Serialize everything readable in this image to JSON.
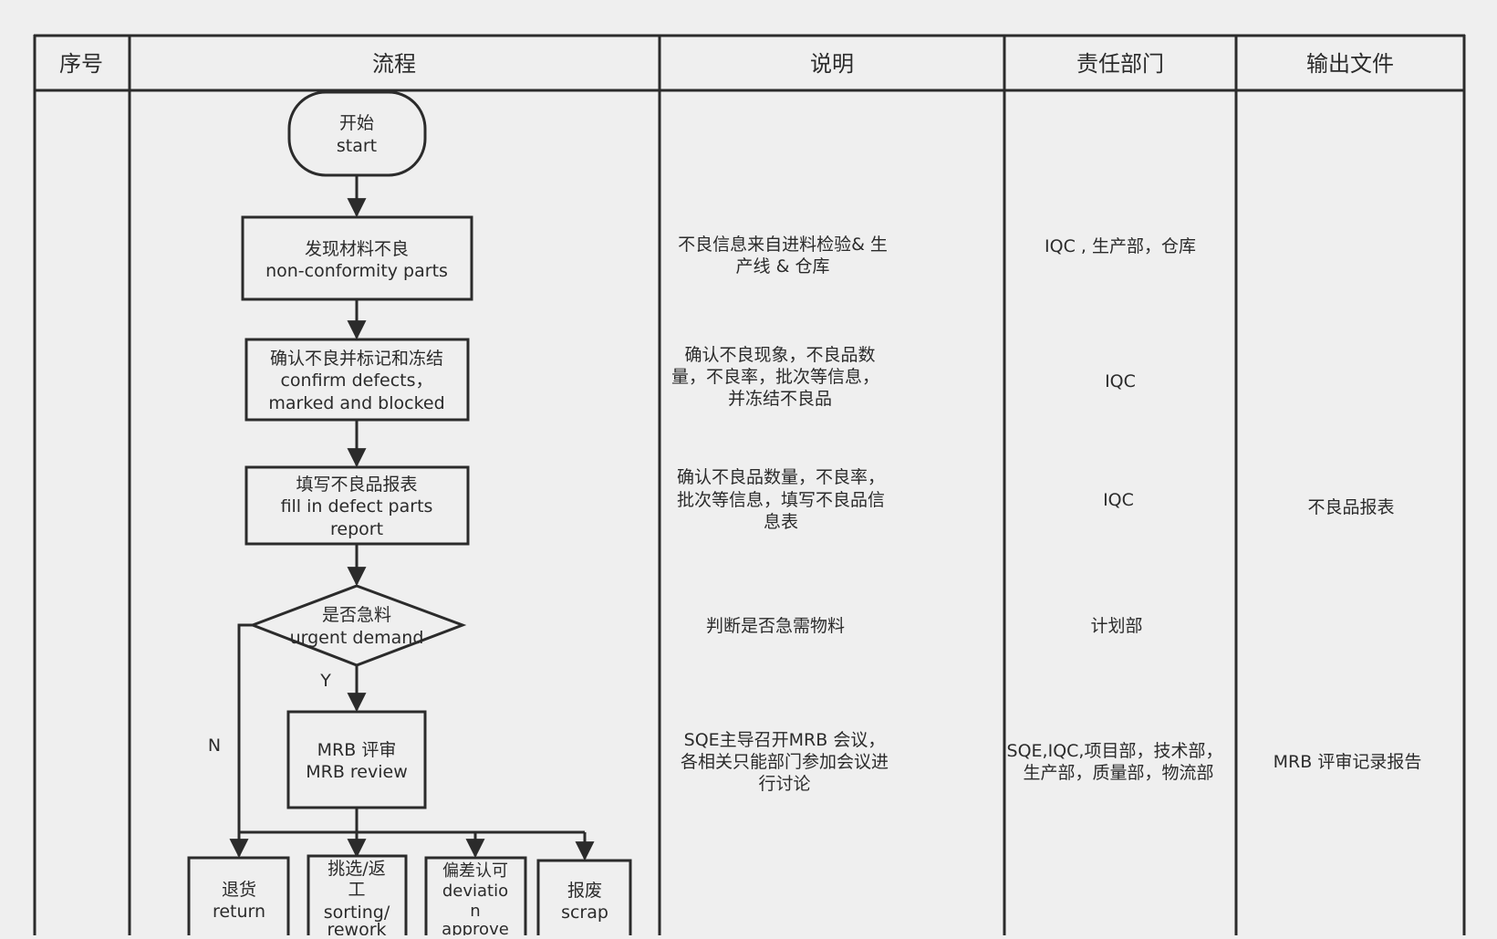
{
  "headers": {
    "index": "序号",
    "process": "流程",
    "description": "说明",
    "department": "责任部门",
    "output": "输出文件"
  },
  "flow": {
    "start": [
      "开始",
      "start"
    ],
    "found": [
      "发现材料不良",
      "non-conformity parts"
    ],
    "confirm": [
      "确认不良并标记和冻结",
      "confirm defects，",
      "marked and blocked"
    ],
    "fill": [
      "填写不良品报表",
      "fill in defect parts",
      "report"
    ],
    "decision": [
      "是否急料",
      "urgent demand"
    ],
    "mrb": [
      "MRB 评审",
      "MRB review"
    ],
    "yes_label": "Y",
    "no_label": "N",
    "return": [
      "退货",
      "return"
    ],
    "sorting": [
      "挑选/返",
      "工",
      "sorting/",
      "rework"
    ],
    "deviation": [
      "偏差认可",
      "deviatio",
      "n",
      "approve"
    ],
    "scrap": [
      "报废",
      "scrap"
    ]
  },
  "descriptions": {
    "found": [
      "不良信息来自进料检验& 生",
      "产线 & 仓库"
    ],
    "confirm": [
      "确认不良现象，不良品数",
      "量，不良率，批次等信息，",
      "并冻结不良品"
    ],
    "fill": [
      "确认不良品数量，不良率，",
      "批次等信息，填写不良品信",
      "息表"
    ],
    "decision": [
      "判断是否急需物料"
    ],
    "mrb": [
      "SQE主导召开MRB 会议，",
      "各相关只能部门参加会议进",
      "行讨论"
    ]
  },
  "departments": {
    "found": "IQC , 生产部，仓库",
    "confirm": "IQC",
    "fill": "IQC",
    "decision": "计划部",
    "mrb": [
      "SQE,IQC,项目部，技术部，",
      "生产部，质量部，物流部"
    ]
  },
  "outputs": {
    "fill": "不良品报表",
    "mrb": "MRB 评审记录报告"
  }
}
